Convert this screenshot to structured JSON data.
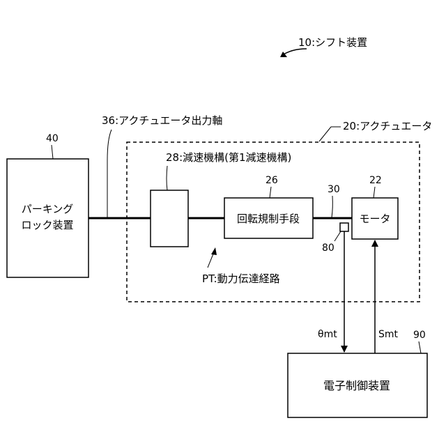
{
  "labels": {
    "shift_device": "10:シフト装置",
    "actuator": "20:アクチュエータ",
    "output_shaft": "36:アクチュエータ出力軸",
    "reduction_mechanism": "28:減速機構(第1減速機構)",
    "power_path": "PT:動力伝達経路",
    "ref_40": "40",
    "ref_26": "26",
    "ref_22": "22",
    "ref_30": "30",
    "ref_80": "80",
    "ref_90": "90",
    "signal_theta": "θmt",
    "signal_smt": "Smt"
  },
  "blocks": {
    "parking_lock_line1": "パーキング",
    "parking_lock_line2": "ロック装置",
    "rotation_regulator": "回転規制手段",
    "motor": "モータ",
    "ecu": "電子制御装置"
  }
}
